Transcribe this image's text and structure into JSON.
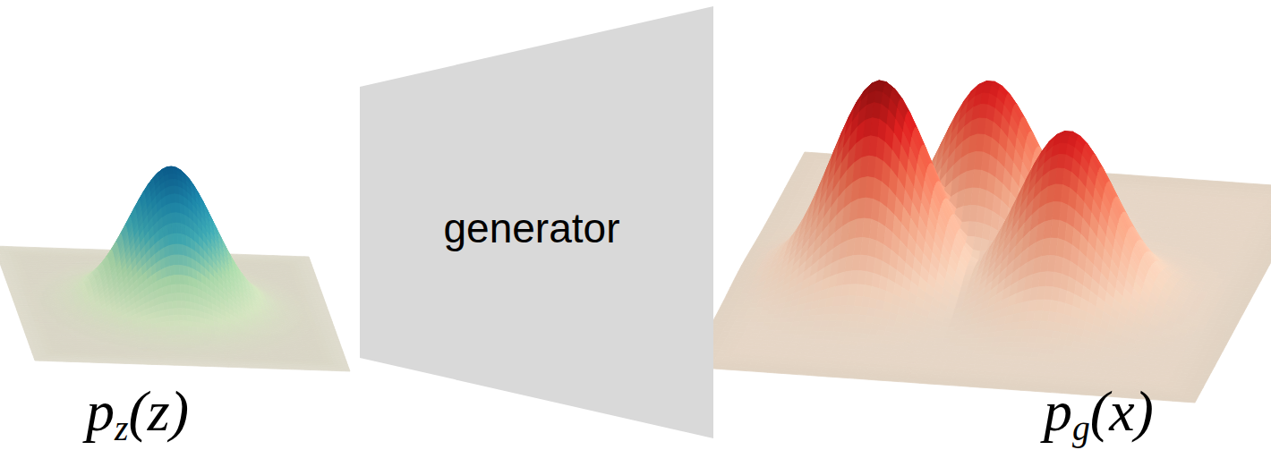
{
  "diagram": {
    "nodes": [
      {
        "text": [
          "generator"
        ]
      }
    ],
    "labels": [
      "p",
      "z",
      "(z)",
      "p",
      "g",
      "(x)"
    ]
  }
}
